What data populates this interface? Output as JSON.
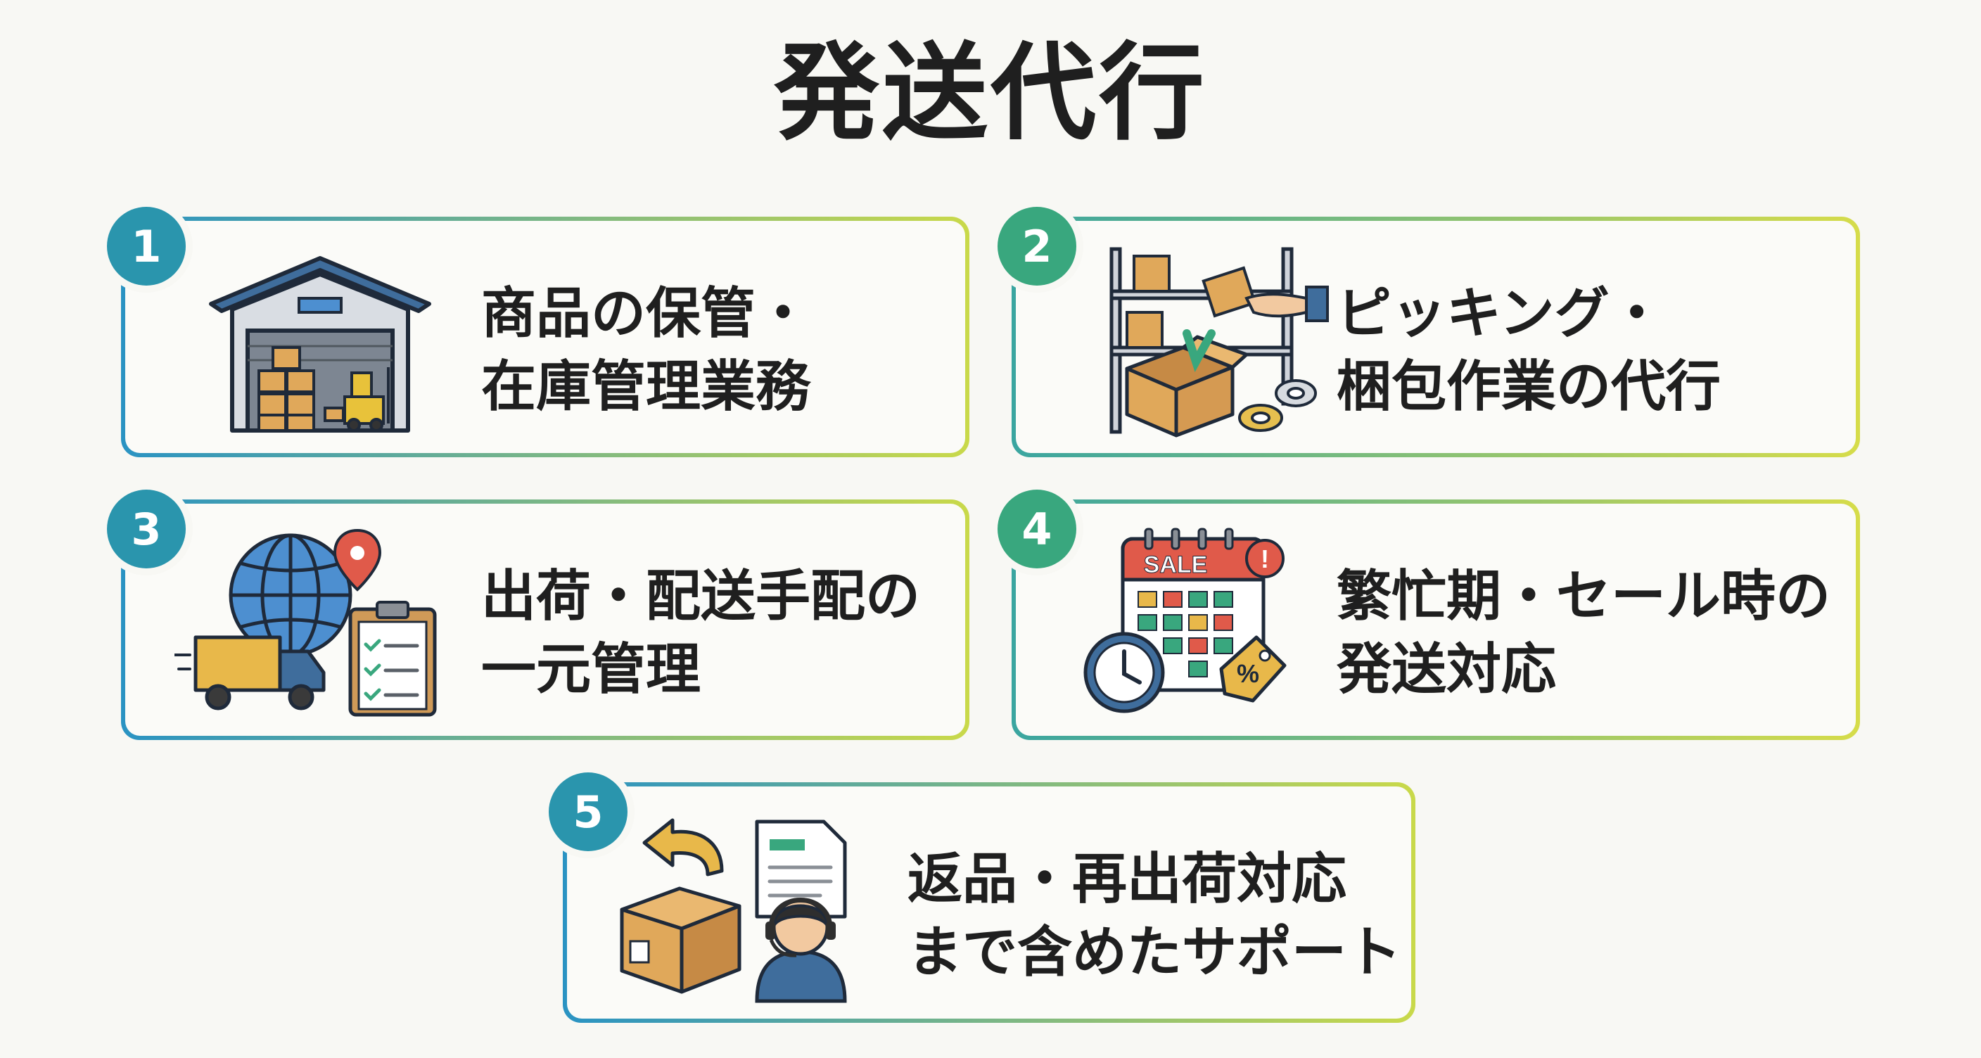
{
  "title": "発送代行",
  "cards": [
    {
      "number": "1",
      "line1": "商品の保管・",
      "line2": "在庫管理業務",
      "icon": "warehouse-icon"
    },
    {
      "number": "2",
      "line1": "ピッキング・",
      "line2": "梱包作業の代行",
      "icon": "packing-icon"
    },
    {
      "number": "3",
      "line1": "出荷・配送手配の",
      "line2": "一元管理",
      "icon": "shipping-management-icon"
    },
    {
      "number": "4",
      "line1": "繁忙期・セール時の",
      "line2": "発送対応",
      "icon": "sale-calendar-icon"
    },
    {
      "number": "5",
      "line1": "返品・再出荷対応",
      "line2": "まで含めたサポート",
      "icon": "returns-support-icon"
    }
  ],
  "calendar_label": "SALE",
  "tag_label": "%",
  "colors": {
    "teal": "#2a95ad",
    "green": "#39a77e",
    "border_start": "#2a93c3",
    "border_end": "#c9d94a",
    "box": "#e0a85a",
    "box_dark": "#b7793a"
  }
}
